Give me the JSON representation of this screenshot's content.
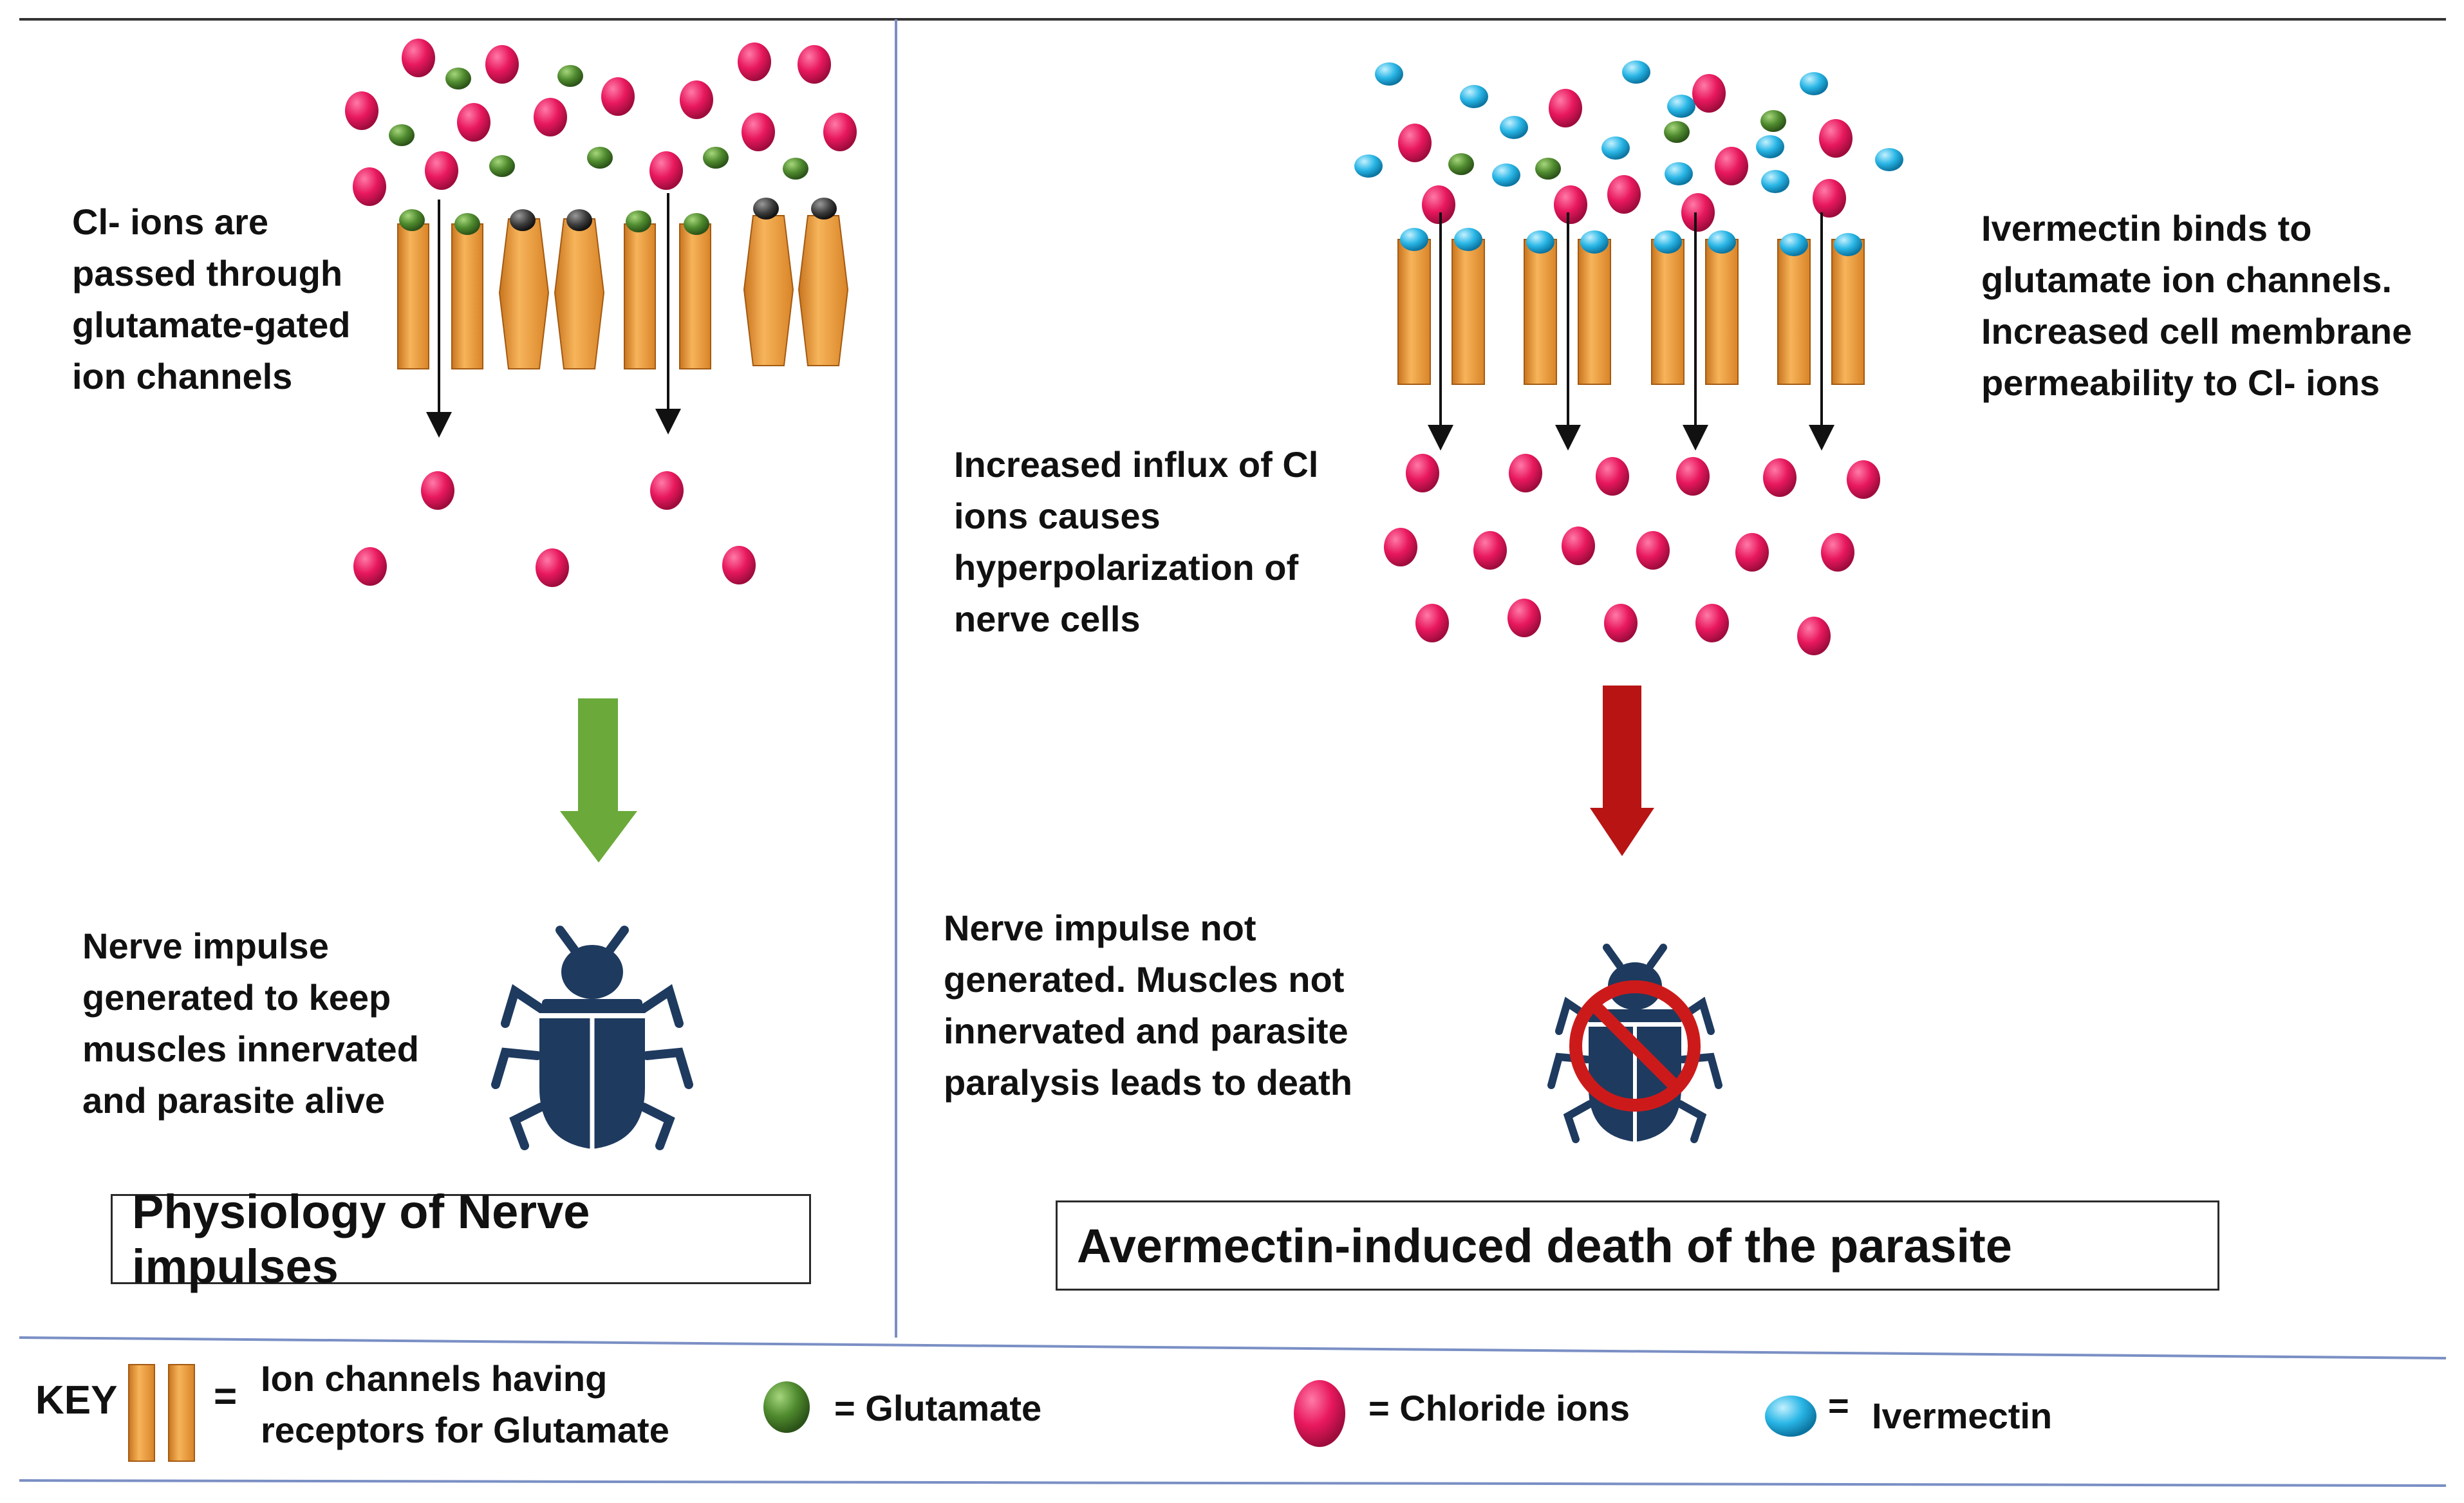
{
  "left_panel": {
    "channel_label": "Cl- ions are\npassed through\nglutamate-gated\nion channels",
    "impulse_label": "Nerve impulse\ngenerated to keep\nmuscles innervated\nand parasite alive",
    "title": "Physiology of Nerve impulses",
    "arrow_color": "#6aa93a",
    "bug_icon": "beetle-icon"
  },
  "right_panel": {
    "binding_label": "Ivermectin binds to\nglutamate ion channels.\nIncreased cell membrane\npermeability to Cl- ions",
    "influx_label": "Increased influx of Cl\nions causes\nhyperpolarization of\nnerve cells",
    "impulse_label": "Nerve impulse not\ngenerated. Muscles not\ninnervated and parasite\nparalysis leads to death",
    "title": "Avermectin-induced death of the parasite",
    "arrow_color": "#b81414",
    "bug_icon": "no-beetle-icon"
  },
  "key": {
    "label": "KEY",
    "channel": "Ion channels having\nreceptors for Glutamate",
    "glutamate": "= Glutamate",
    "chloride": "= Chloride ions",
    "ivermectin": "Ivermectin",
    "equals": "="
  },
  "colors": {
    "chloride": "#e8185d",
    "glutamate": "#4f8a2e",
    "ivermectin": "#29b6e6",
    "channel": "#f0a040",
    "bug": "#1e3a5f",
    "prohibit": "#cc1a1a",
    "divider": "#7a8fc4"
  }
}
